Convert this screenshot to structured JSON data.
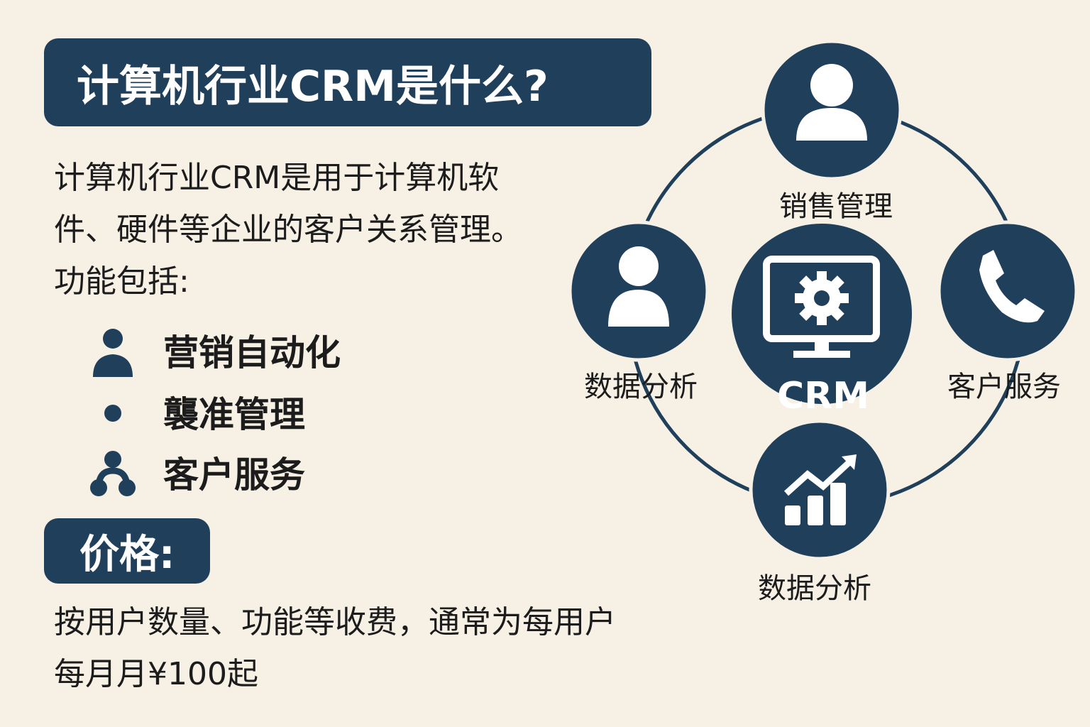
{
  "title": "计算机行业CRM是什么?",
  "intro": {
    "line1": "计算机行业CRM是用于计算机软",
    "line2": "件、硬件等企业的客户关系管理。",
    "line3": "功能包括:"
  },
  "features": [
    {
      "label": "营销自动化",
      "icon": "user-icon"
    },
    {
      "label": "襲准管理",
      "icon": "dot-icon"
    },
    {
      "label": "客户服务",
      "icon": "network-icon"
    }
  ],
  "price": {
    "heading": "价格:",
    "line1": "按用户数量、功能等收费，通常为每用户",
    "line2": "每月月¥100起"
  },
  "diagram": {
    "center": "CRM",
    "nodes": [
      {
        "label": "销售管理",
        "icon": "user-icon"
      },
      {
        "label": "数据分析",
        "icon": "user-icon"
      },
      {
        "label": "客户服务",
        "icon": "phone-icon"
      },
      {
        "label": "数据分析",
        "icon": "chart-icon"
      }
    ]
  },
  "colors": {
    "navy": "#1f3f5b",
    "background": "#f6f0e5"
  }
}
